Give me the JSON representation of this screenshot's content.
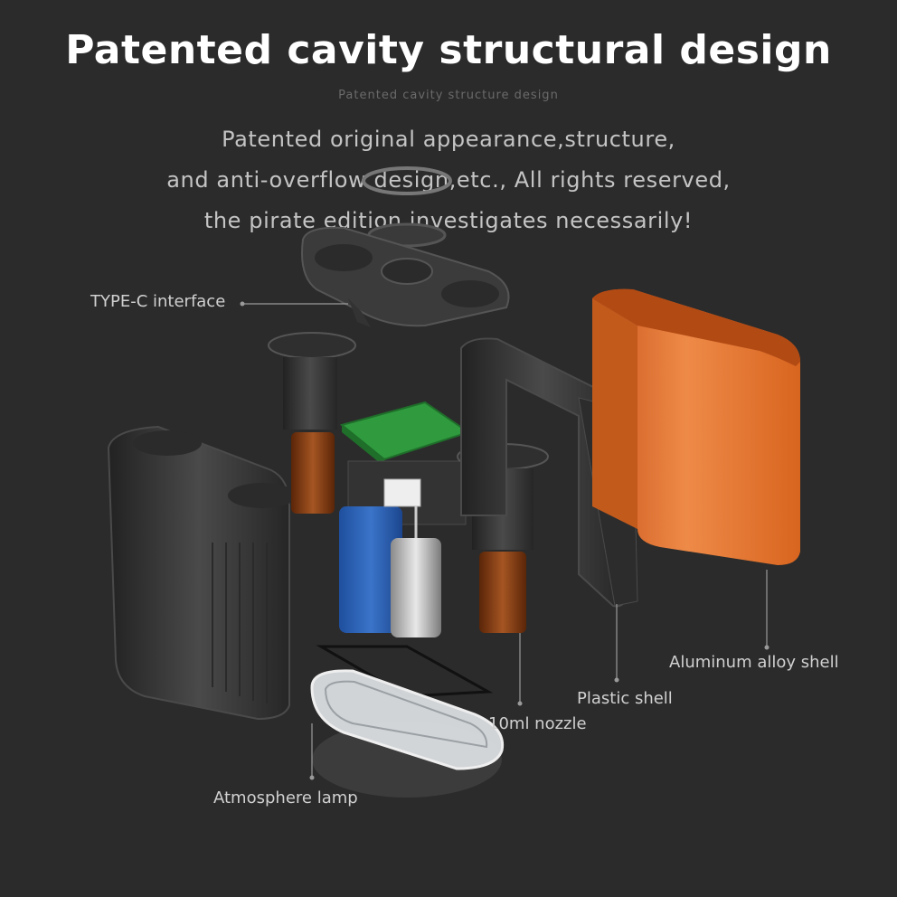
{
  "header": {
    "title": "Patented cavity structural design",
    "subtitle": "Patented cavity structure design",
    "description": [
      "Patented original appearance,structure,",
      "and anti-overflow design,etc., All rights reserved,",
      "the pirate edition investigates necessarily!"
    ]
  },
  "callouts": {
    "type_c": "TYPE-C interface",
    "aluminum": "Aluminum alloy shell",
    "plastic": "Plastic shell",
    "nozzle": "10ml nozzle",
    "lamp": "Atmosphere lamp"
  },
  "colors": {
    "background": "#2b2b2b",
    "aluminum_shell": "#e0722e",
    "pcb": "#2f9a3e",
    "battery": "#2f63b8",
    "bottle": "#7a3a12",
    "plastic": "#3a3a3a"
  }
}
